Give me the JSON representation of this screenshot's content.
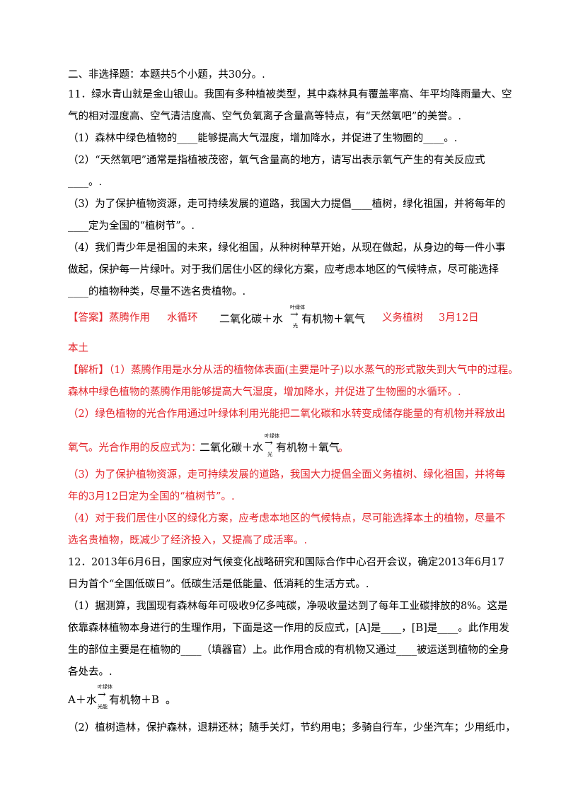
{
  "section_title": "二、非选择题：本题共5个小题，共30分。.",
  "q11": {
    "line1": "11．绿水青山就是金山银山。我国有多种植被类型，其中森林具有覆盖率高、年平均降雨量大、空",
    "line2": "气的相对湿度高、空气清洁度高、空气负氧离子含量高等特点，有“天然氧吧”的美誉。.",
    "p1": "（1）森林中绿色植物的____能够提高大气湿度，增加降水，并促进了生物圈的____。.",
    "p2a": "（2）“天然氧吧”通常是指植被茂密，氧气含量高的地方，请写出表示氧气产生的有关反应式",
    "p2b": "____。.",
    "p3a": "（3）为了保护植物资源，走可持续发展的道路，我国大力提倡____植树，绿化祖国，并将每年的",
    "p3b": "____定为全国的“植树节”。.",
    "p4a": "（4）我们青少年是祖国的未来，绿化祖国，从种树种草开始，从现在做起，从身边的每一件小事",
    "p4b": "做起，保护每一片绿叶。对于我们居住小区的绿化方案，应考虑本地区的气候特点，尽可能选择",
    "p4c": "____的植物种类，尽量不选名贵植物。."
  },
  "answer11": {
    "label": "【答案】蒸腾作用",
    "a2": "水循环",
    "eq_left": "二氧化碳＋水",
    "eq_top": "叶绿体",
    "eq_bot": "光",
    "eq_right": "有机物＋氧气",
    "a3": "义务植树",
    "a4": "3月12日",
    "a5": "本土"
  },
  "analysis11": {
    "l1": "【解析】（1）蒸腾作用是水分从活的植物体表面(主要是叶子)以水蒸气的形式散失到大气中的过程。",
    "l2": "森林中绿色植物的蒸腾作用能够提高大气湿度，增加降水，并促进了生物圈的水循环。.",
    "l3": "（2）绿色植物的光合作用通过叶绿体利用光能把二氧化碳和水转变成储存能量的有机物并释放出",
    "l4": "氧气。光合作用的反应式为：",
    "eq_left": "二氧化碳＋水",
    "eq_top": "叶绿体",
    "eq_bot": "光",
    "eq_right": "有机物＋氧气",
    "eq_end": "。",
    "l5": "（3）为了保护植物资源，走可持续发展的道路，我国大力提倡全面义务植树、绿化祖国，并将每",
    "l6": "年的3月12日定为全国的“植树节”。.",
    "l7": "（4）对于我们居住小区的绿化方案，应考虑本地区的气候特点，尽可能选择本土的植物，尽量不",
    "l8": "选名贵植物，既减少了经济投入，又提高了成活率。."
  },
  "q12": {
    "l1": "12．2013年6月6日，国家应对气候变化战略研究和国际合作中心召开会议，确定2013年6月17",
    "l2": "日为首个“全国低碳日”。低碳生活是低能量、低消耗的生活方式。.",
    "l3": "（1）据测算，我国现有森林每年可吸收9亿多吨碳，净吸收量达到了每年工业碳排放的8%。这是",
    "l4": "依靠森林植物本身进行的生理作用，下面是这一作用的反应式，[A]是____，[B]是____。此作用发",
    "l5": "生的部位主要是在植物的____（填器官）上。此作用合成的有机物又通过____被运送到植物的全身",
    "l6": "各处去。.",
    "eq_left": "A＋水",
    "eq_top": "叶绿体",
    "eq_bot": "光能",
    "eq_right": "有机物＋B",
    "eq_end": "。",
    "l7": "（2）植树造林，保护森林，退耕还林；随手关灯，节约用电；多骑自行车，少坐汽车；少用纸巾，"
  }
}
